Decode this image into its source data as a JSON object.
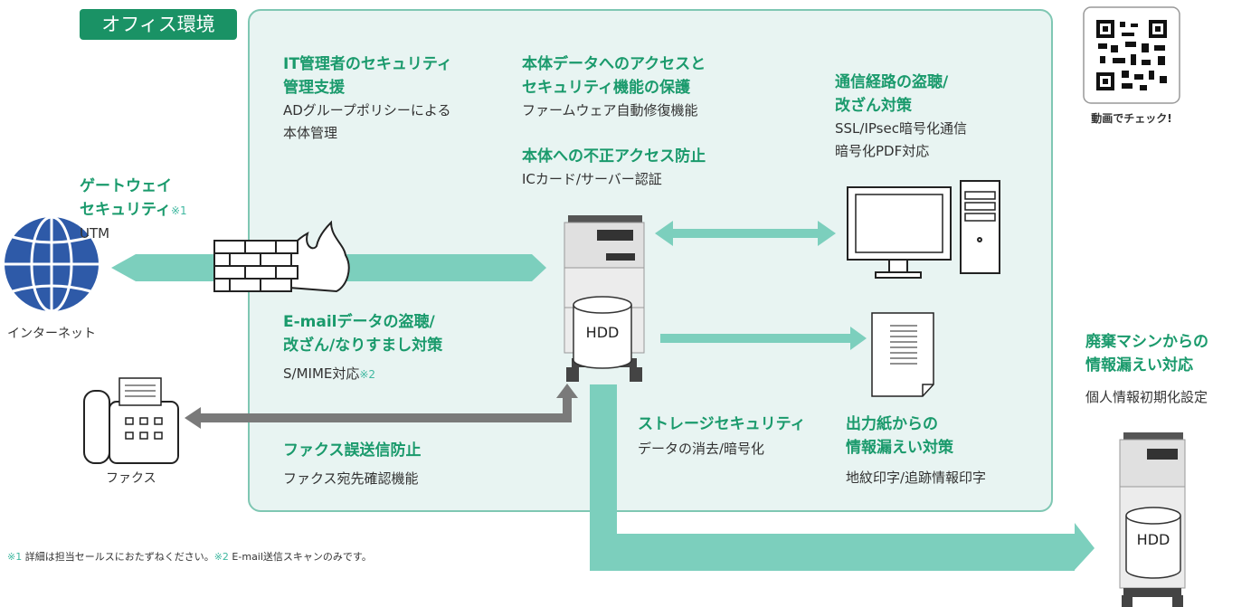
{
  "office_label": "オフィス環境",
  "blocks": {
    "it_admin": {
      "heading": [
        "IT管理者のセキュリティ",
        "管理支援"
      ],
      "body": [
        "ADグループポリシーによる",
        "本体管理"
      ]
    },
    "access_protect": {
      "heading": [
        "本体データへのアクセスと",
        "セキュリティ機能の保護"
      ],
      "body": [
        "ファームウェア自動修復機能"
      ]
    },
    "unauthorized": {
      "heading": "本体への不正アクセス防止",
      "body": "ICカード/サーバー認証"
    },
    "comm_path": {
      "heading": [
        "通信経路の盗聴/",
        "改ざん対策"
      ],
      "body": [
        "SSL/IPsec暗号化通信",
        "暗号化PDF対応"
      ]
    },
    "gateway": {
      "heading": [
        "ゲートウェイ",
        "セキュリティ"
      ],
      "note_mark": "※1",
      "body": "UTM"
    },
    "email": {
      "heading": [
        "E-mailデータの盗聴/",
        "改ざん/なりすまし対策"
      ],
      "body": "S/MIME対応",
      "note_mark": "※2"
    },
    "fax": {
      "heading": "ファクス誤送信防止",
      "body": "ファクス宛先確認機能"
    },
    "storage": {
      "heading": "ストレージセキュリティ",
      "body": "データの消去/暗号化"
    },
    "output": {
      "heading": [
        "出力紙からの",
        "情報漏えい対策"
      ],
      "body": "地紋印字/追跡情報印字"
    },
    "disposal": {
      "heading": [
        "廃棄マシンからの",
        "情報漏えい対応"
      ],
      "body": "個人情報初期化設定"
    }
  },
  "labels": {
    "internet": "インターネット",
    "fax_device": "ファクス",
    "hdd": "HDD",
    "qr_caption": "動画でチェック!"
  },
  "footnote": {
    "mark1": "※1",
    "text1": " 詳細は担当セールスにおたずねください。",
    "mark2": "※2",
    "text2": " E-mail送信スキャンのみです。"
  },
  "colors": {
    "accent_green": "#1a9a6c",
    "arrow_teal": "#7ccfbd",
    "arrow_gray": "#7a7a7a",
    "globe_blue": "#2e5aa8",
    "office_bg": "#e8f4f2"
  }
}
